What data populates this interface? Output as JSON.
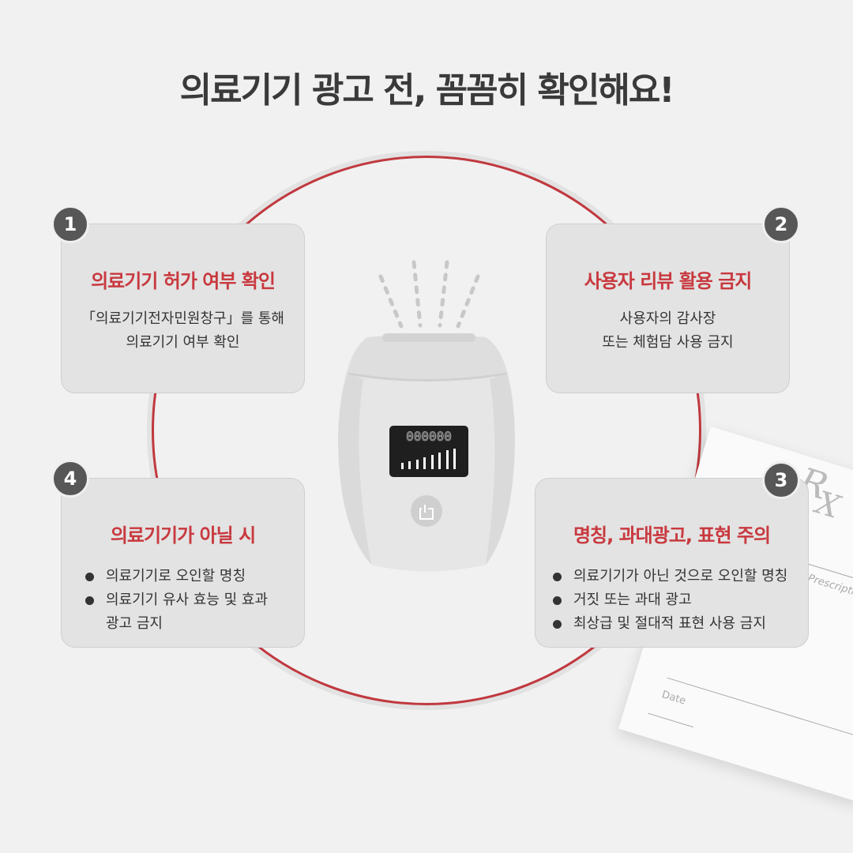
{
  "title": "의료기기 광고 전, 꼼꼼히 확인해요!",
  "cards": [
    {
      "number": "1",
      "title": "의료기기 허가 여부 확인",
      "lines": [
        "「의료기기전자민원창구」를 통해",
        "의료기기 여부 확인"
      ]
    },
    {
      "number": "2",
      "title": "사용자 리뷰 활용 금지",
      "lines": [
        "사용자의 감사장",
        "또는 체험담 사용 금지"
      ]
    },
    {
      "number": "3",
      "title": "명칭, 과대광고, 표현 주의",
      "bullets": [
        "의료기기가 아닌 것으로 오인할 명칭",
        "거짓 또는 과대 광고",
        "최상급 및 절대적 표현 사용 금지"
      ]
    },
    {
      "number": "4",
      "title": "의료기기가 아닐 시",
      "bullets": [
        "의료기기로 오인할  명칭",
        "의료기기 유사 효능 및 효과 광고 금지"
      ]
    }
  ],
  "prescription": {
    "rx_r": "R",
    "rx_x": "X",
    "label": "Prescription:",
    "date": "Date"
  },
  "device": {
    "display": "000000"
  },
  "colors": {
    "accent": "#c8393f",
    "background": "#f1f1f1",
    "card": "#e3e3e3",
    "badge": "#575757"
  }
}
